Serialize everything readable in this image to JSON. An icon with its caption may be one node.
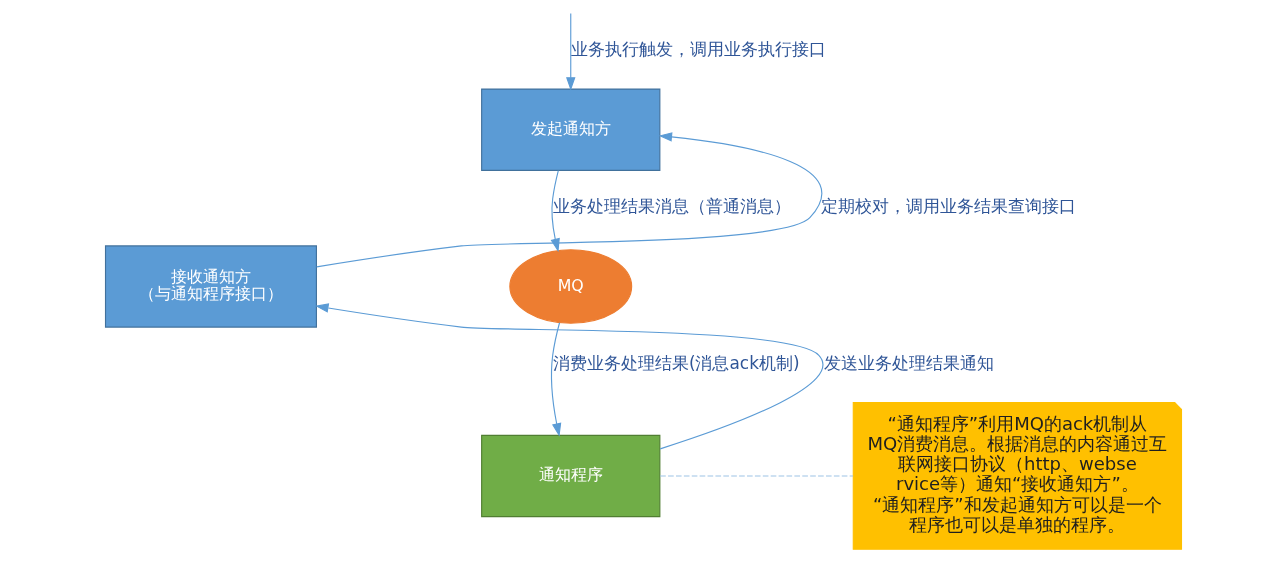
{
  "diagram": {
    "nodes": [
      {
        "text": [
          "发起通知方"
        ]
      },
      {
        "text": [
          "MQ"
        ]
      },
      {
        "text": [
          "通知程序"
        ]
      },
      {
        "text": [
          "接收通知方",
          "（与通知程序接口）"
        ]
      },
      {
        "text": [
          "“通知程序”利用MQ的ack机制从MQ消费消息。根据消息的内容通过互联网接口协议（http、webservice等）通知“接收通知方”。",
          "“通知程序”和发起通知方可以是一个程序也可以是单独的程序。"
        ]
      }
    ],
    "edges": [
      {
        "from": null,
        "to": 0,
        "arrow": "to",
        "label": "业务执行触发，调用业务执行接口"
      },
      {
        "from": 3,
        "to": 0,
        "arrow": "to",
        "label": "定期校对，调用业务结果查询接口"
      },
      {
        "from": 0,
        "to": 1,
        "arrow": "to",
        "label": "业务处理结果消息（普通消息）"
      },
      {
        "from": 1,
        "to": 2,
        "arrow": "to",
        "label": "消费业务处理结果(消息ack机制)"
      },
      {
        "from": 2,
        "to": 3,
        "arrow": "to",
        "label": "发送业务处理结果通知"
      },
      {
        "from": 2,
        "to": 4,
        "arrow": "none",
        "style": "dashed",
        "color": "#9dc3e6"
      }
    ]
  }
}
